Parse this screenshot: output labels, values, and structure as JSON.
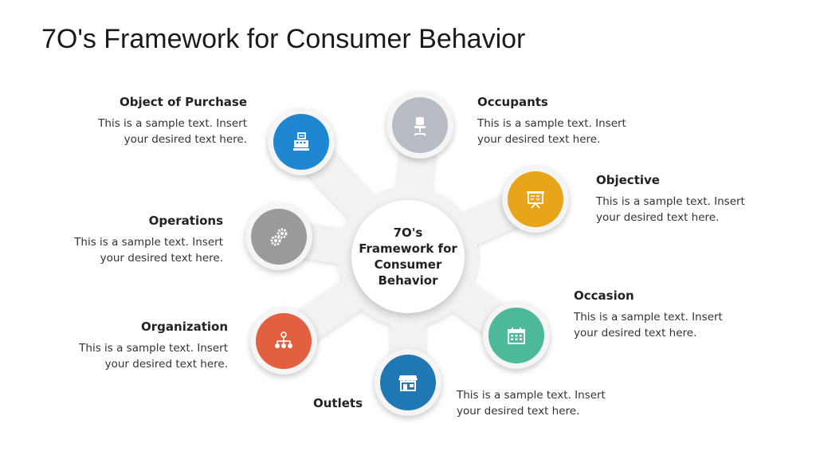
{
  "slide": {
    "title": "7O's Framework for Consumer Behavior",
    "center_label": "7O's\nFramework for\nConsumer\nBehavior"
  },
  "items": [
    {
      "title": "Object of Purchase",
      "text": "This is a sample text. Insert\nyour desired text here.",
      "color": "#1f87d1",
      "icon": "cash-register-icon"
    },
    {
      "title": "Occupants",
      "text": "This is a sample text. Insert\nyour desired text here.",
      "color": "#b8bcc4",
      "icon": "office-chair-icon"
    },
    {
      "title": "Objective",
      "text": "This is a sample text. Insert\nyour desired text here.",
      "color": "#e8a519",
      "icon": "presentation-board-icon"
    },
    {
      "title": "Operations",
      "text": "This is a sample text. Insert\nyour desired text here.",
      "color": "#9a9a9a",
      "icon": "gears-icon"
    },
    {
      "title": "Occasion",
      "text": "This is a sample text. Insert\nyour desired text here.",
      "color": "#4db89a",
      "icon": "calendar-icon"
    },
    {
      "title": "Organization",
      "text": "This is a sample text. Insert\nyour desired text here.",
      "color": "#e2603f",
      "icon": "org-chart-icon"
    },
    {
      "title": "Outlets",
      "text": "This is a sample text. Insert\nyour desired text here.",
      "color": "#1f78b4",
      "icon": "storefront-icon"
    }
  ]
}
